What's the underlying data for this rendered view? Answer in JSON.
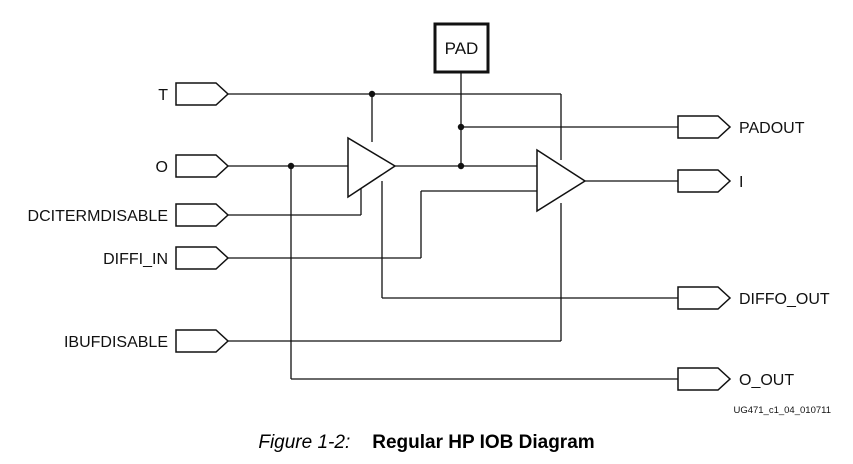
{
  "diagram": {
    "pad_label": "PAD",
    "inputs": {
      "t": "T",
      "o": "O",
      "dcitermdisable": "DCITERMDISABLE",
      "diffi_in": "DIFFI_IN",
      "ibufdisable": "IBUFDISABLE"
    },
    "outputs": {
      "padout": "PADOUT",
      "i": "I",
      "diffo_out": "DIFFO_OUT",
      "o_out": "O_OUT"
    },
    "reference_id": "UG471_c1_04_010711"
  },
  "caption": {
    "prefix": "Figure 1-2:",
    "title": "Regular HP IOB Diagram"
  }
}
